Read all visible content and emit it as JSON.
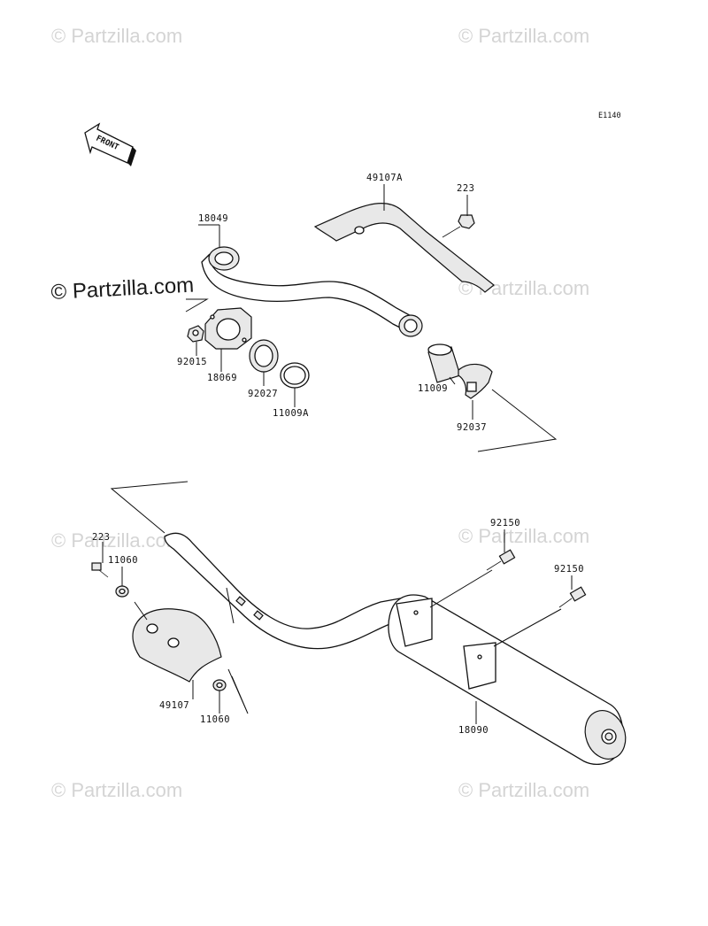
{
  "diagram_code": "E1140",
  "front_label": "FRONT",
  "watermarks": [
    "© Partzilla.com",
    "© Partzilla.com",
    "© Partzilla.com",
    "© Partzilla.com",
    "© Partzilla.com",
    "© Partzilla.com",
    "© Partzilla.com",
    "© Partzilla.com"
  ],
  "parts": [
    {
      "number": "18049"
    },
    {
      "number": "49107A"
    },
    {
      "number": "223"
    },
    {
      "number": "92015"
    },
    {
      "number": "18069"
    },
    {
      "number": "92027"
    },
    {
      "number": "11009A"
    },
    {
      "number": "11009"
    },
    {
      "number": "92037"
    },
    {
      "number": "223"
    },
    {
      "number": "11060"
    },
    {
      "number": "49107"
    },
    {
      "number": "11060"
    },
    {
      "number": "92150"
    },
    {
      "number": "92150"
    },
    {
      "number": "18090"
    }
  ]
}
